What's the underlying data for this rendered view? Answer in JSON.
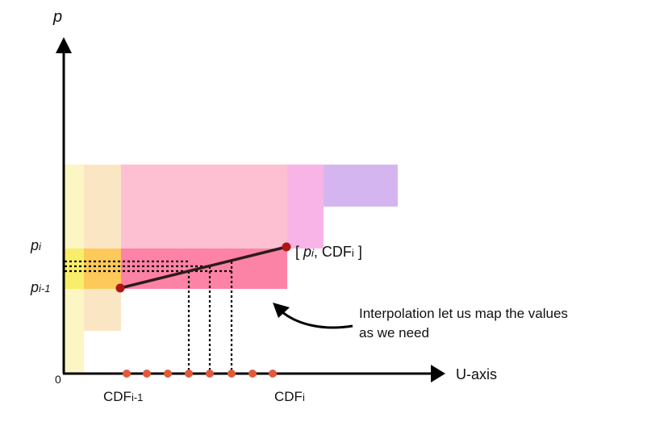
{
  "axes": {
    "y_label": "p",
    "x_label": "U-axis",
    "origin_label": "0"
  },
  "y_ticks": {
    "p_i": {
      "main": "p",
      "sub": "i"
    },
    "p_i_minus_1": {
      "main": "p",
      "sub": "i-1"
    }
  },
  "x_ticks": {
    "cdf_i_minus_1": {
      "main": "CDF",
      "sub": "i-1"
    },
    "cdf_i": {
      "main": "CDF",
      "sub": "i"
    }
  },
  "point_label": {
    "open": "[ ",
    "p": "p",
    "p_sub": "i",
    "sep": ", CDF",
    "cdf_sub": "i",
    "close": " ]"
  },
  "annotation": {
    "line1": "Interpolation let us map the values",
    "line2": "as we need"
  },
  "colors": {
    "axis": "#000000",
    "yellow_light": "#fbf6c4",
    "yellow_strong": "#f9ee6a",
    "peach_light": "#fbe6c4",
    "orange_strong": "#fdc95a",
    "pink_light": "#fdbfd2",
    "pink_strong": "#fd83a6",
    "pink_mid": "#f8b4e6",
    "purple_light": "#d5b5f0",
    "line": "#2d1b1b",
    "point": "#b01515",
    "dot": "#e25a3c"
  }
}
